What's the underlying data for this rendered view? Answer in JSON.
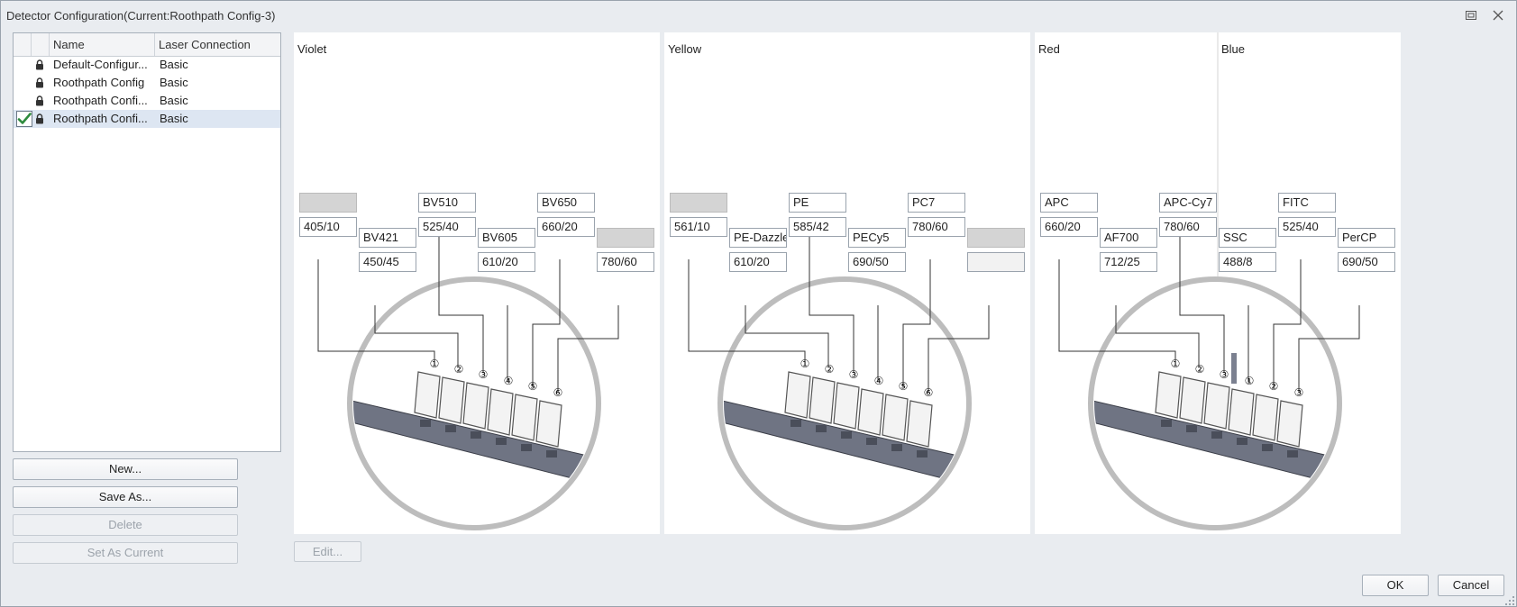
{
  "window": {
    "title": "Detector Configuration(Current:Roothpath Config-3)"
  },
  "list": {
    "headers": {
      "name": "Name",
      "laser": "Laser Connection"
    },
    "rows": [
      {
        "name": "Default-Configur...",
        "laser": "Basic",
        "current": false
      },
      {
        "name": "Roothpath Config",
        "laser": "Basic",
        "current": false
      },
      {
        "name": "Roothpath Confi...",
        "laser": "Basic",
        "current": false
      },
      {
        "name": "Roothpath Confi...",
        "laser": "Basic",
        "current": true
      }
    ]
  },
  "buttons": {
    "new": "New...",
    "save_as": "Save As...",
    "delete": "Delete",
    "set_current": "Set As Current",
    "edit": "Edit...",
    "ok": "OK",
    "cancel": "Cancel"
  },
  "panels": {
    "violet": {
      "label": "Violet",
      "channels": [
        {
          "marker": "",
          "filter": "405/10",
          "num": "①"
        },
        {
          "marker": "BV421",
          "filter": "450/45",
          "num": "②"
        },
        {
          "marker": "BV510",
          "filter": "525/40",
          "num": "③"
        },
        {
          "marker": "BV605",
          "filter": "610/20",
          "num": "④"
        },
        {
          "marker": "BV650",
          "filter": "660/20",
          "num": "⑤"
        },
        {
          "marker": "",
          "filter": "780/60",
          "num": "⑥"
        }
      ]
    },
    "yellow": {
      "label": "Yellow",
      "channels": [
        {
          "marker": "",
          "filter": "561/10",
          "num": "①"
        },
        {
          "marker": "PE-Dazzle",
          "filter": "610/20",
          "num": "②"
        },
        {
          "marker": "PE",
          "filter": "585/42",
          "num": "③"
        },
        {
          "marker": "PECy5",
          "filter": "690/50",
          "num": "④"
        },
        {
          "marker": "PC7",
          "filter": "780/60",
          "num": "⑤"
        },
        {
          "marker": "",
          "filter": "",
          "num": "⑥"
        }
      ]
    },
    "red": {
      "label": "Red",
      "channels": [
        {
          "marker": "APC",
          "filter": "660/20",
          "num": "①"
        },
        {
          "marker": "AF700",
          "filter": "712/25",
          "num": "②"
        },
        {
          "marker": "APC-Cy7",
          "filter": "780/60",
          "num": "③"
        }
      ]
    },
    "blue": {
      "label": "Blue",
      "channels": [
        {
          "marker": "SSC",
          "filter": "488/8",
          "num": "①"
        },
        {
          "marker": "FITC",
          "filter": "525/40",
          "num": "②"
        },
        {
          "marker": "PerCP",
          "filter": "690/50",
          "num": "③"
        }
      ]
    }
  },
  "icons": {
    "lock": "lock-icon",
    "check": "checkmark-icon",
    "restore": "restore-window-icon",
    "close": "close-icon"
  },
  "colors": {
    "accent_check": "#2e8b3e",
    "selected_row": "#dde6f2",
    "panel_bg": "#ffffff",
    "window_bg": "#e9ecf0"
  }
}
